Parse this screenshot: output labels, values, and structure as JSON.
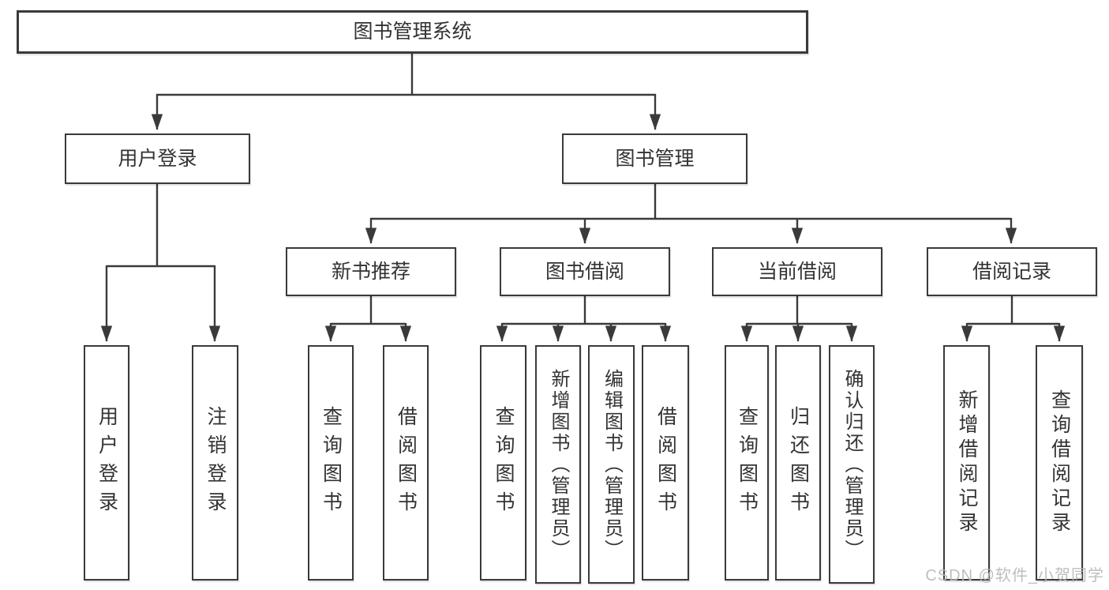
{
  "tree": {
    "root": "图书管理系统",
    "branches": [
      {
        "label": "用户登录",
        "children": [
          "用户登录",
          "注销登录"
        ]
      },
      {
        "label": "图书管理",
        "children": [
          {
            "label": "新书推荐",
            "children": [
              "查询图书",
              "借阅图书"
            ]
          },
          {
            "label": "图书借阅",
            "children": [
              "查询图书",
              "新增图书（管理员）",
              "编辑图书（管理员）",
              "借阅图书"
            ]
          },
          {
            "label": "当前借阅",
            "children": [
              "查询图书",
              "归还图书",
              "确认归还（管理员）"
            ]
          },
          {
            "label": "借阅记录",
            "children": [
              "新增借阅记录",
              "查询借阅记录"
            ]
          }
        ]
      }
    ]
  },
  "watermark": "CSDN @软件_小贺同学",
  "colors": {
    "line": "#3a3a3a",
    "text": "#333333",
    "background": "#ffffff",
    "watermark": "#b8b8b8"
  }
}
